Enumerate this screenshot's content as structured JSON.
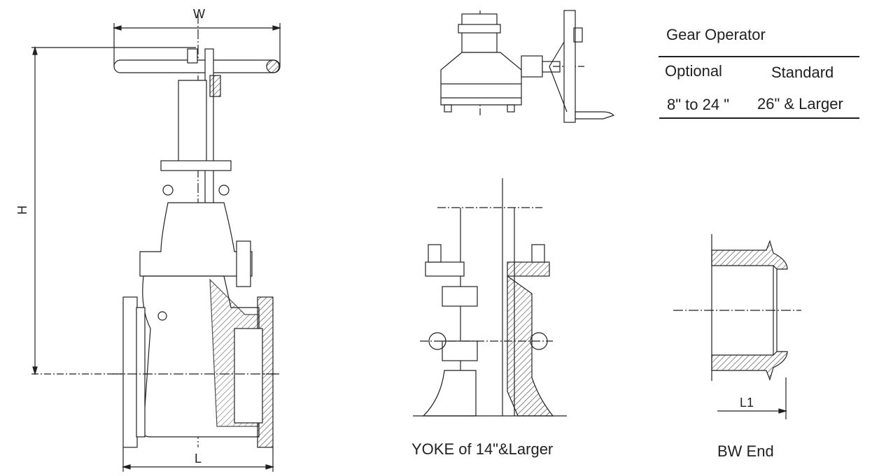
{
  "dimensions": {
    "w": "W",
    "h": "H",
    "l": "L",
    "l1": "L1"
  },
  "gear_table": {
    "title": "Gear Operator",
    "columns": [
      {
        "header": "Optional",
        "value": "8\" to 24 \""
      },
      {
        "header": "Standard",
        "value": "26\"  & Larger"
      }
    ]
  },
  "captions": {
    "yoke": "YOKE of 14\"&Larger",
    "bw_end": "BW End"
  },
  "colors": {
    "line": "#231f20",
    "shade": "#e6e6e6"
  }
}
